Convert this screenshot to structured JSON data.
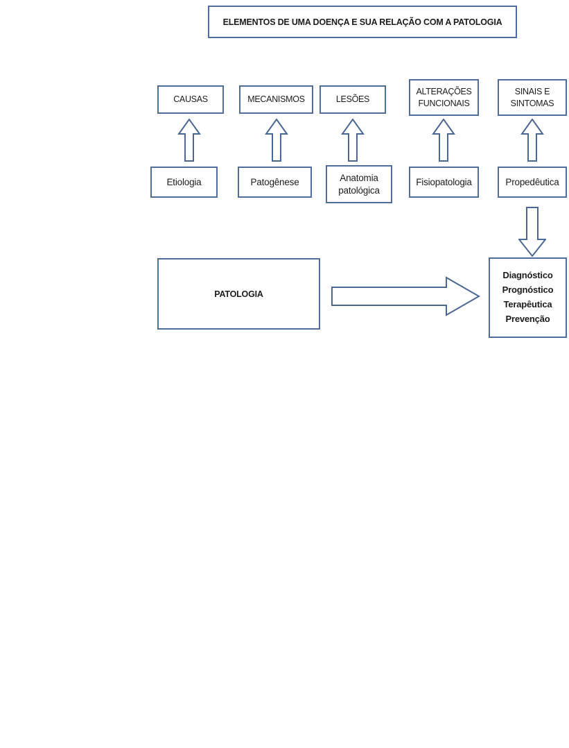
{
  "title": "ELEMENTOS DE UMA DOENÇA E SUA RELAÇÃO COM A PATOLOGIA",
  "colors": {
    "box_border": "#4f6d9b",
    "arrow_outline": "#4a6894",
    "text": "#1c1c1c",
    "background": "#ffffff"
  },
  "columns": [
    {
      "element": "CAUSAS",
      "discipline": "Etiologia"
    },
    {
      "element": "MECANISMOS",
      "discipline": "Patogênese"
    },
    {
      "element": "LESÕES",
      "discipline": "Anatomia patológica"
    },
    {
      "element": "ALTERAÇÕES FUNCIONAIS",
      "discipline": "Fisiopatologia"
    },
    {
      "element": "SINAIS E SINTOMAS",
      "discipline": "Propedêutica"
    }
  ],
  "patologia_label": "PATOLOGIA",
  "outcomes": {
    "lines": [
      "Diagnóstico",
      "Prognóstico",
      "Terapêutica",
      "Prevenção"
    ]
  }
}
